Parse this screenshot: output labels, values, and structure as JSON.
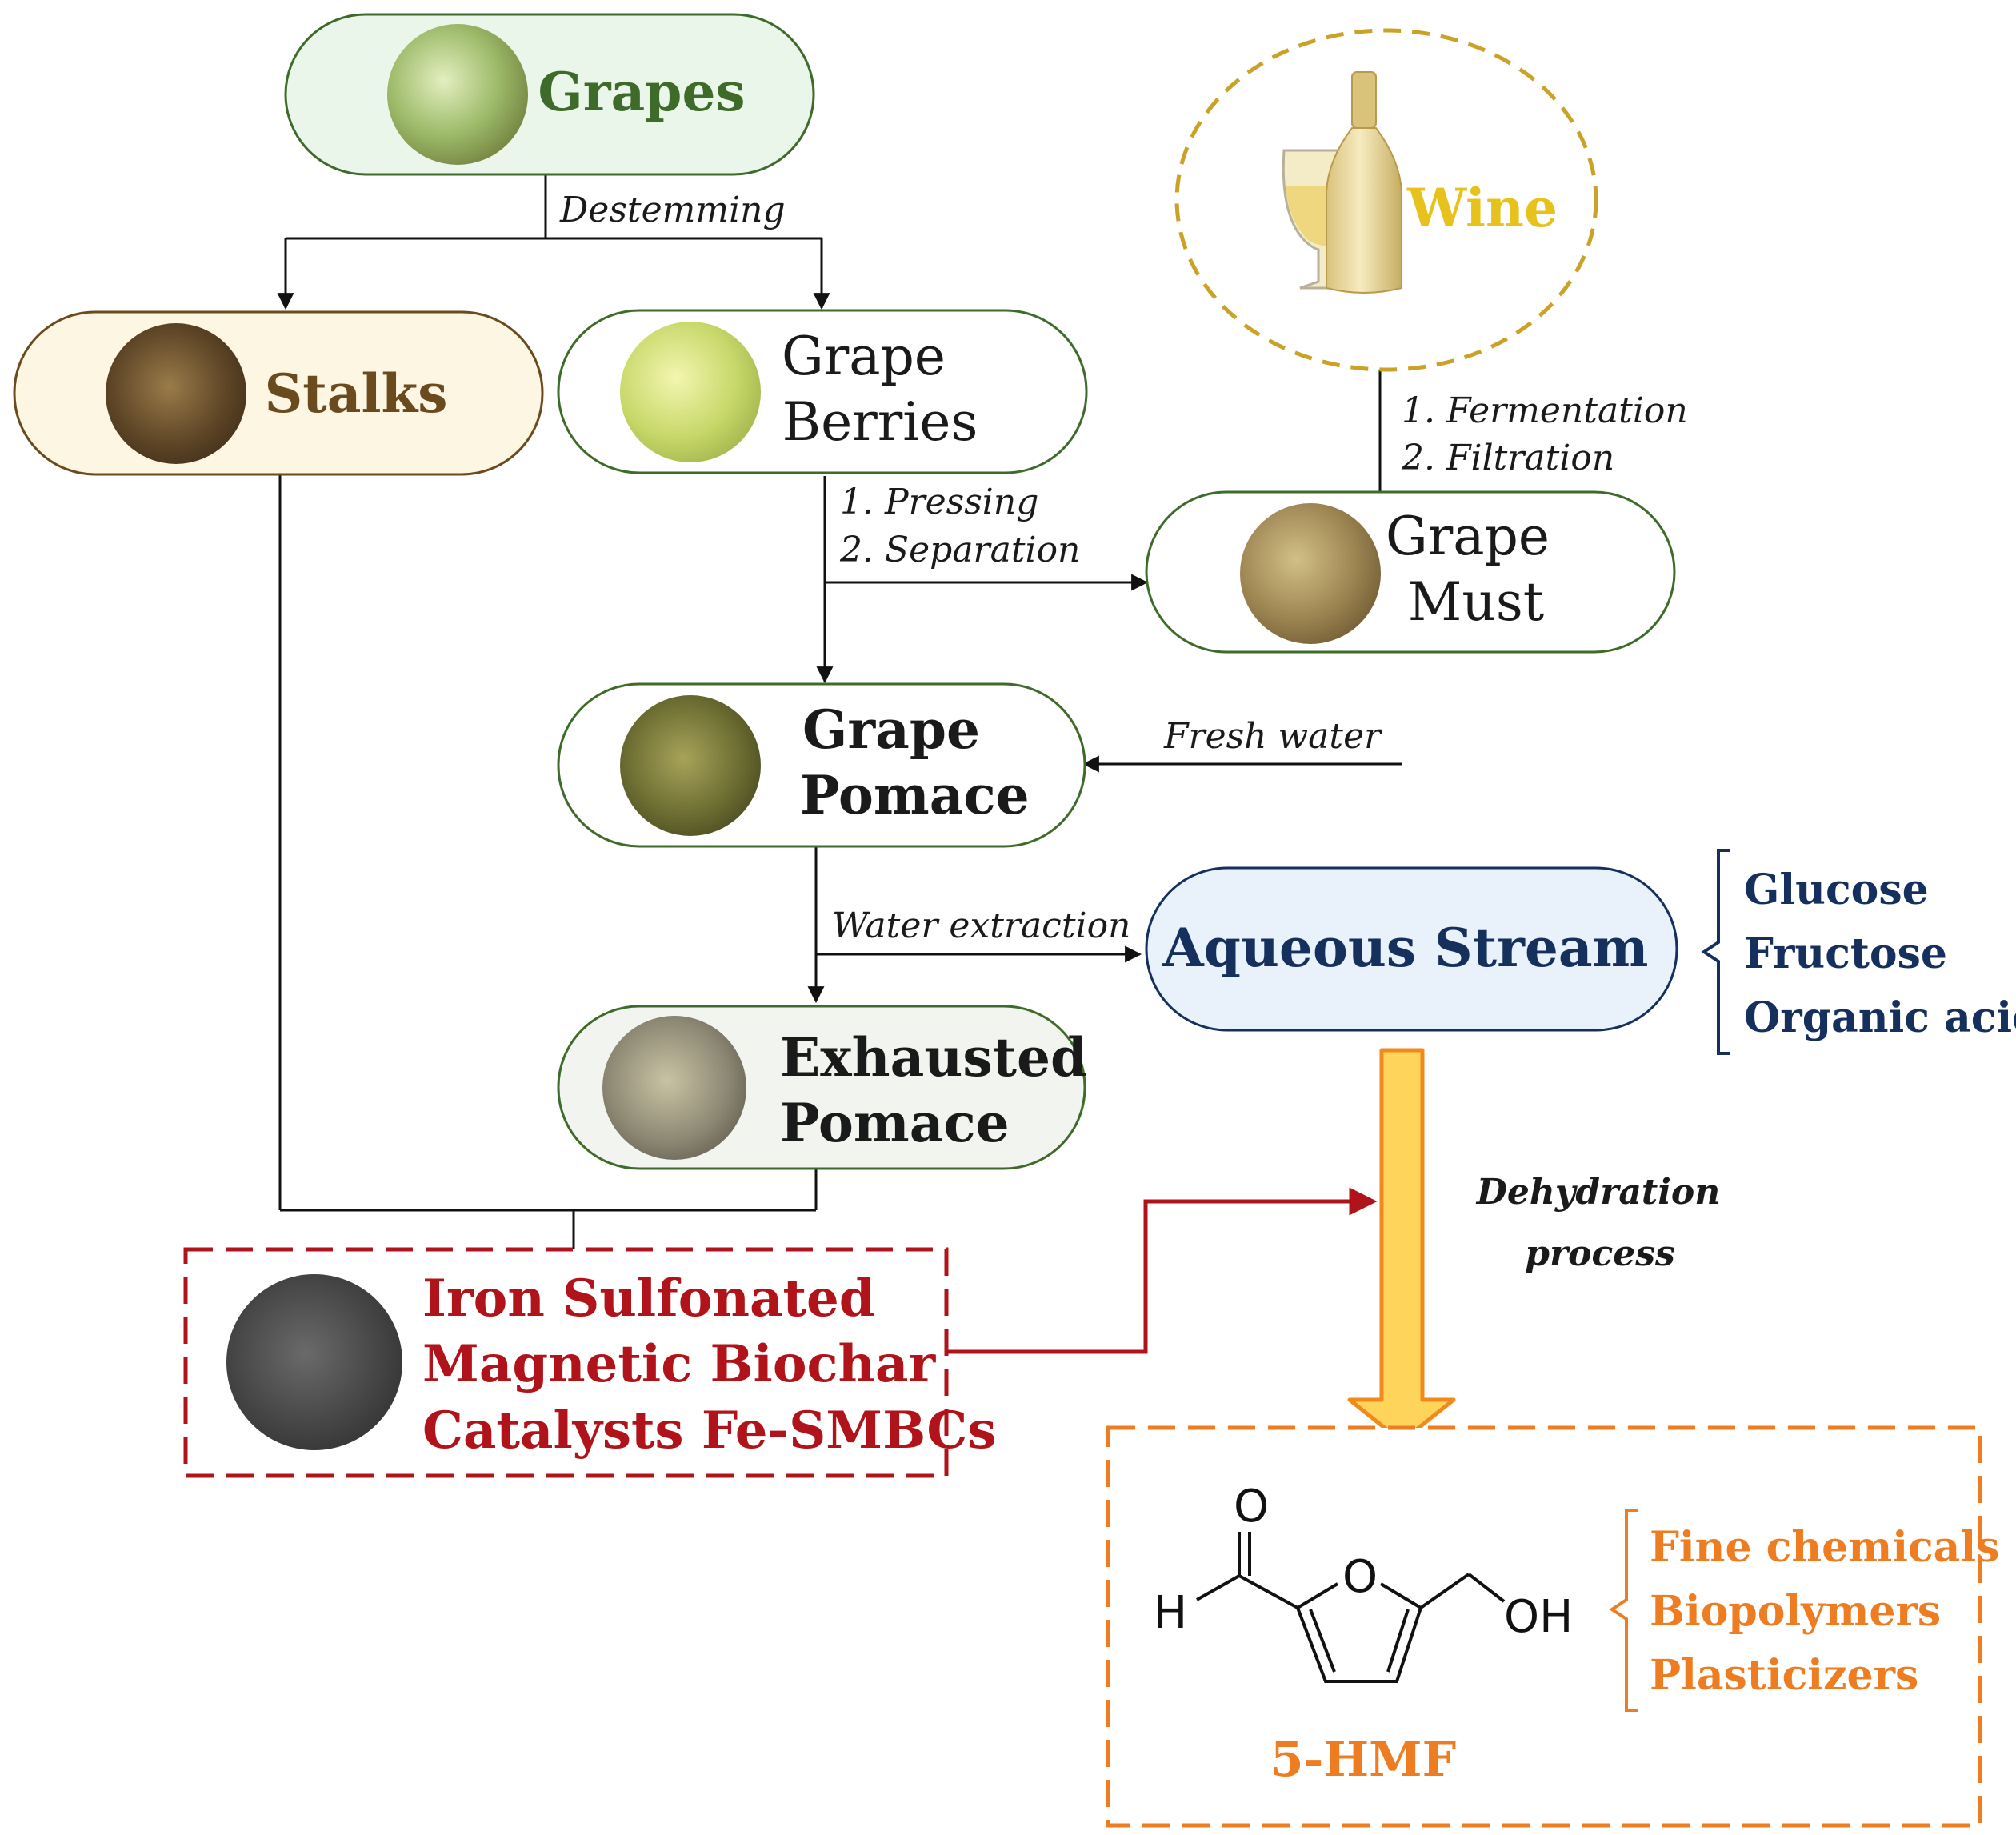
{
  "colors": {
    "grapes": "#3f6b2a",
    "stalks": "#6b4a1e",
    "wine": "#e8c21c",
    "wine_border": "#c9a227",
    "aqueous": "#16305e",
    "catalyst": "#b0131a",
    "hmf": "#ee7d22",
    "arrow": "#111111"
  },
  "nodes": {
    "grapes": "Grapes",
    "stalks": "Stalks",
    "grape_berries": [
      "Grape",
      "Berries"
    ],
    "wine": "Wine",
    "grape_must": [
      "Grape",
      "Must"
    ],
    "grape_pomace": [
      "Grape",
      "Pomace"
    ],
    "aqueous_stream": "Aqueous Stream",
    "exhausted_pomace": [
      "Exhausted",
      "Pomace"
    ],
    "catalyst": [
      "Iron Sulfonated",
      "Magnetic Biochar",
      "Catalysts Fe-SMBCs"
    ],
    "hmf": "5-HMF"
  },
  "steps": {
    "destemming": "Destemming",
    "pressing": [
      "1. Pressing",
      "2. Separation"
    ],
    "fermentation": [
      "1. Fermentation",
      "2. Filtration"
    ],
    "fresh_water": "Fresh water",
    "water_extraction": "Water extraction",
    "dehydration": [
      "Dehydration",
      "process"
    ]
  },
  "aqueous_components": [
    "Glucose",
    "Fructose",
    "Organic acids"
  ],
  "hmf_applications": [
    "Fine chemicals",
    "Biopolymers",
    "Plasticizers"
  ],
  "molecule_atoms": {
    "aldehyde_o": "O",
    "aldehyde_h": "H",
    "ring_o": "O",
    "hydroxyl": "OH"
  }
}
